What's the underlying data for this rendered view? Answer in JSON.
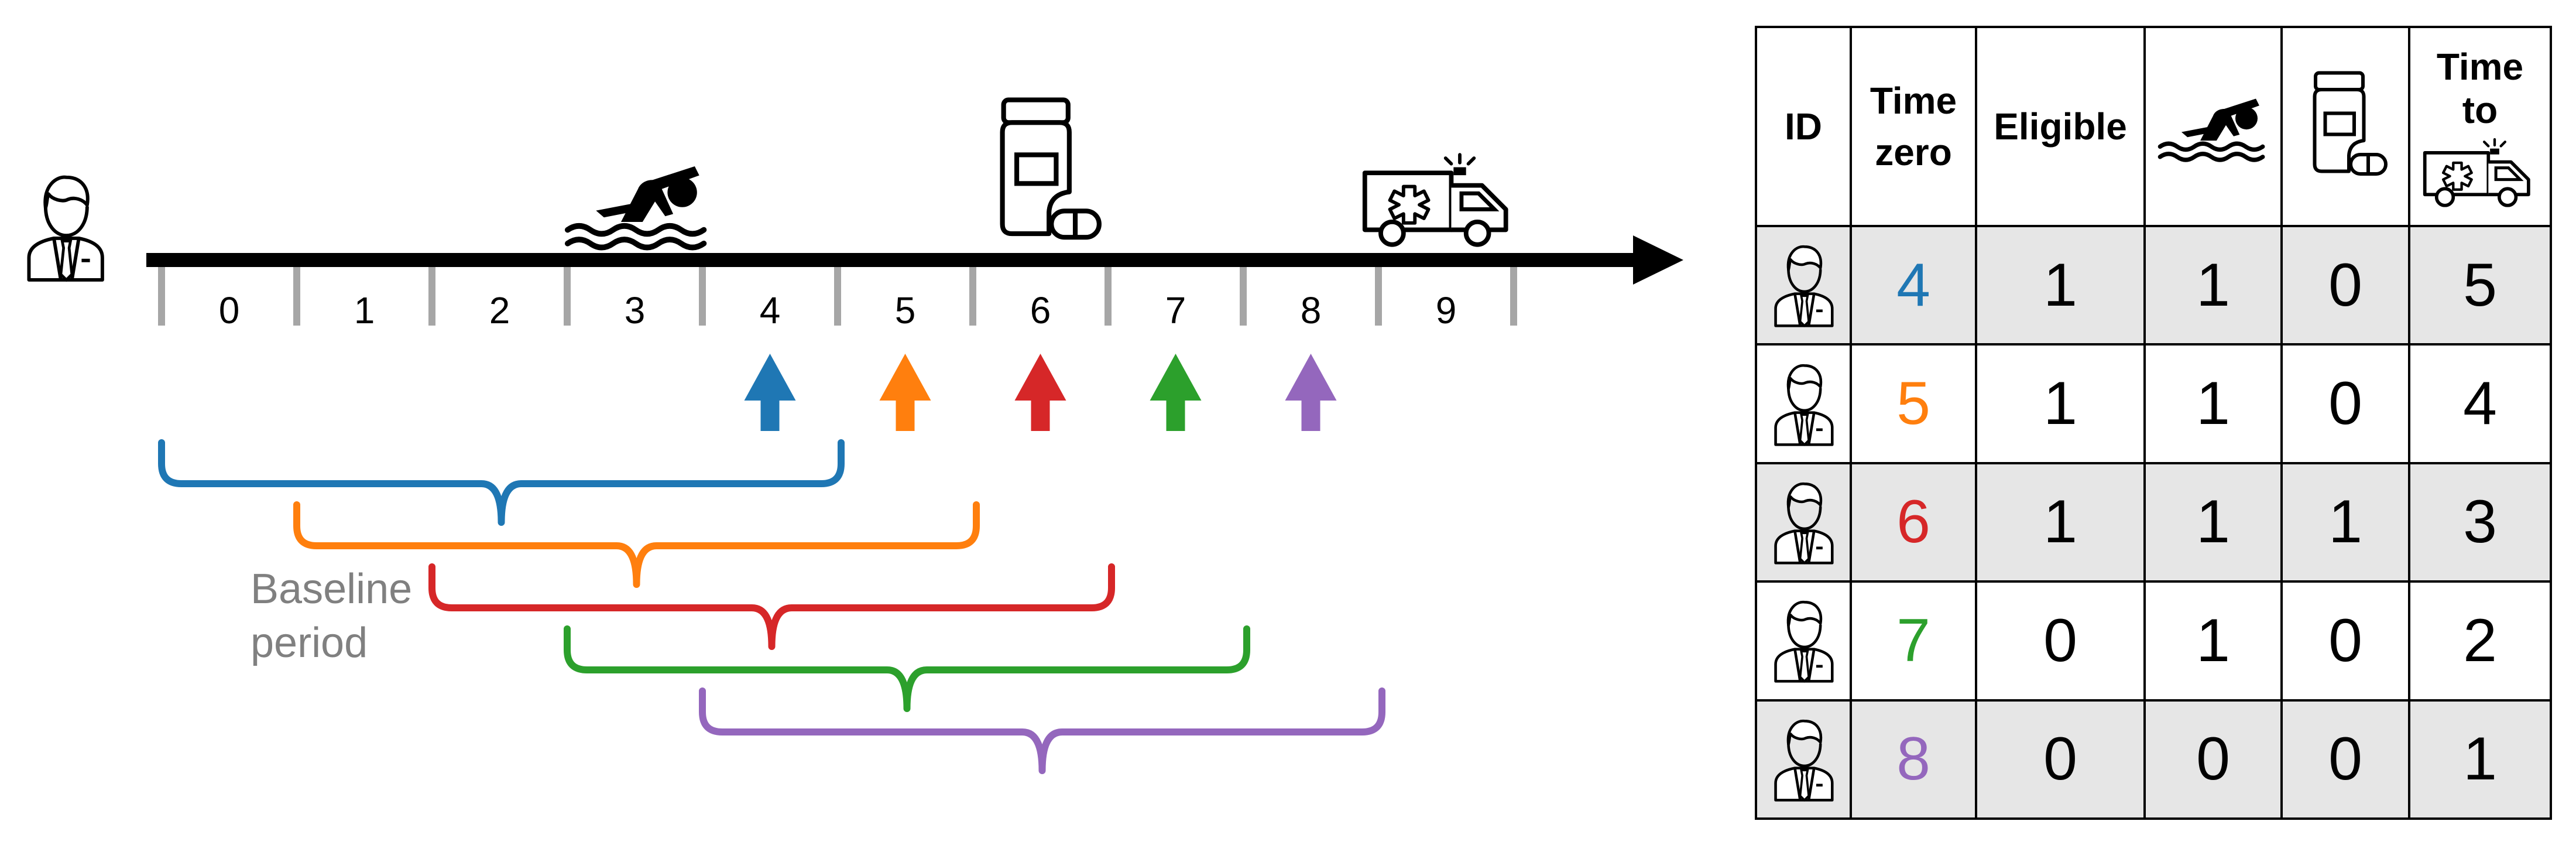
{
  "timeline": {
    "ticks": [
      "0",
      "1",
      "2",
      "3",
      "4",
      "5",
      "6",
      "7",
      "8",
      "9"
    ],
    "icons": [
      {
        "name": "person-icon",
        "at_interval": null
      },
      {
        "name": "swimmer-icon",
        "at_interval": 3
      },
      {
        "name": "medication-icon",
        "at_interval": 6
      },
      {
        "name": "ambulance-icon",
        "at_interval": 9
      }
    ]
  },
  "baseline_label": [
    "Baseline",
    "period"
  ],
  "time_zeros": [
    {
      "time_zero": 4,
      "brace_start": 0,
      "color": "#1f77b4"
    },
    {
      "time_zero": 5,
      "brace_start": 1,
      "color": "#ff7f0e"
    },
    {
      "time_zero": 6,
      "brace_start": 2,
      "color": "#d62728"
    },
    {
      "time_zero": 7,
      "brace_start": 3,
      "color": "#2ca02c"
    },
    {
      "time_zero": 8,
      "brace_start": 4,
      "color": "#9467bd"
    }
  ],
  "table": {
    "headers": [
      {
        "text": "ID",
        "icon": null
      },
      {
        "text": "Time\nzero",
        "icon": null
      },
      {
        "text": "Eligible",
        "icon": null
      },
      {
        "text": "",
        "icon": "swimmer-icon"
      },
      {
        "text": "",
        "icon": "medication-icon"
      },
      {
        "text": "Time\nto",
        "icon": "ambulance-icon"
      }
    ],
    "rows": [
      {
        "id_icon": "person-icon",
        "time_zero": "4",
        "color": "#1f77b4",
        "eligible": "1",
        "swim": "1",
        "medication": "0",
        "time_to": "5"
      },
      {
        "id_icon": "person-icon",
        "time_zero": "5",
        "color": "#ff7f0e",
        "eligible": "1",
        "swim": "1",
        "medication": "0",
        "time_to": "4"
      },
      {
        "id_icon": "person-icon",
        "time_zero": "6",
        "color": "#d62728",
        "eligible": "1",
        "swim": "1",
        "medication": "1",
        "time_to": "3"
      },
      {
        "id_icon": "person-icon",
        "time_zero": "7",
        "color": "#2ca02c",
        "eligible": "0",
        "swim": "1",
        "medication": "0",
        "time_to": "2"
      },
      {
        "id_icon": "person-icon",
        "time_zero": "8",
        "color": "#9467bd",
        "eligible": "0",
        "swim": "0",
        "medication": "0",
        "time_to": "1"
      }
    ]
  }
}
